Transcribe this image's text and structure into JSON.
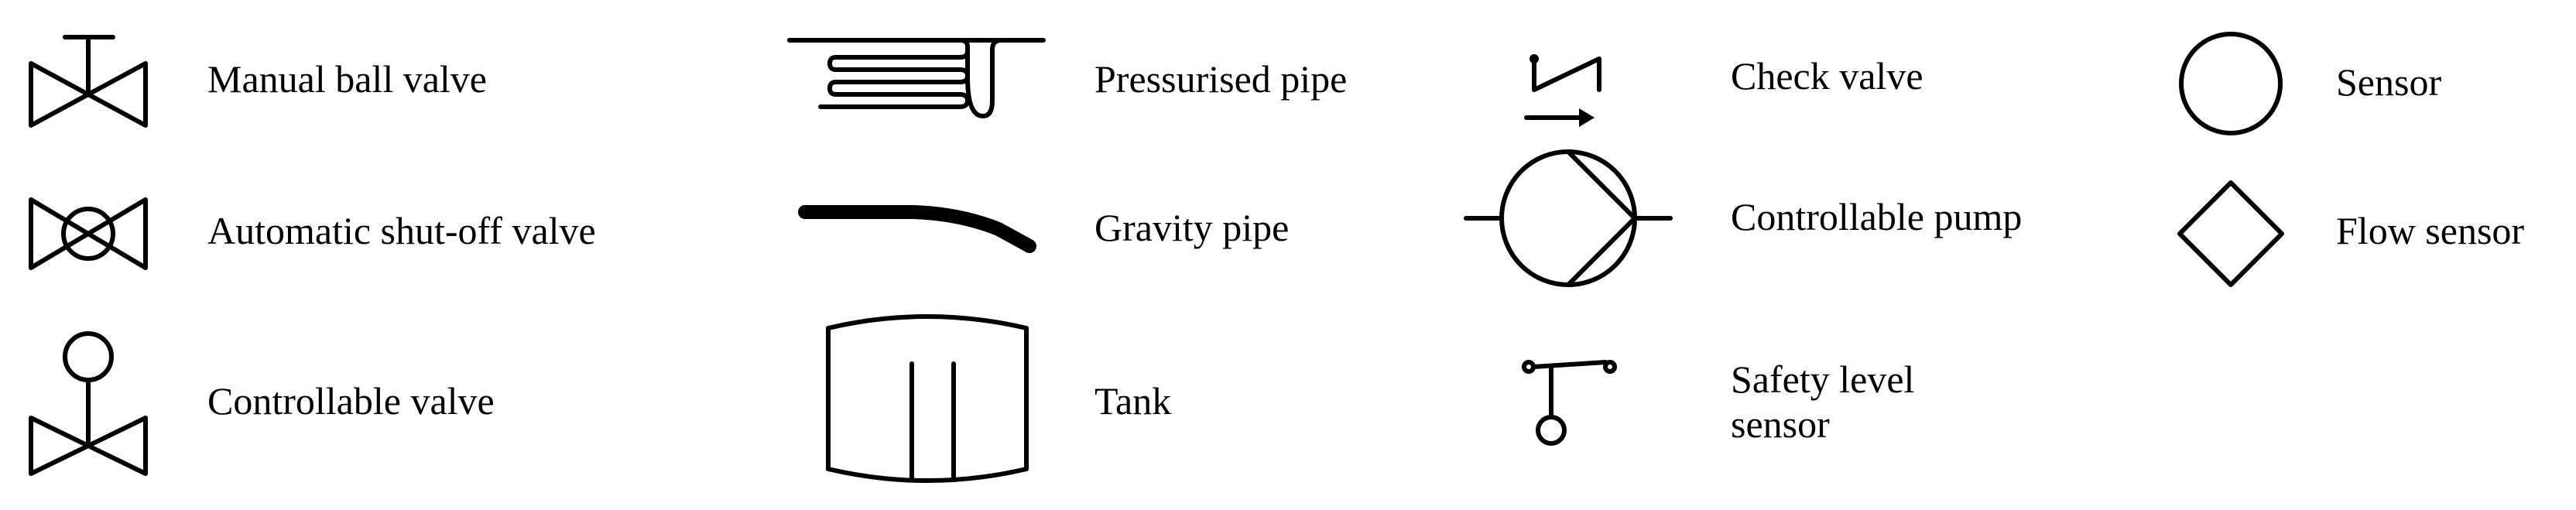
{
  "legend": {
    "items": [
      {
        "symbol": "manual-ball-valve-icon",
        "label": "Manual ball valve"
      },
      {
        "symbol": "automatic-shut-off-valve-icon",
        "label": "Automatic shut-off valve"
      },
      {
        "symbol": "controllable-valve-icon",
        "label": "Controllable valve"
      },
      {
        "symbol": "pressurised-pipe-icon",
        "label": "Pressurised pipe"
      },
      {
        "symbol": "gravity-pipe-icon",
        "label": "Gravity pipe"
      },
      {
        "symbol": "tank-icon",
        "label": "Tank"
      },
      {
        "symbol": "check-valve-icon",
        "label": "Check valve"
      },
      {
        "symbol": "controllable-pump-icon",
        "label": "Controllable pump"
      },
      {
        "symbol": "safety-level-sensor-icon",
        "label": "Safety level\nsensor"
      },
      {
        "symbol": "sensor-icon",
        "label": "Sensor"
      },
      {
        "symbol": "flow-sensor-icon",
        "label": "Flow sensor"
      }
    ]
  }
}
